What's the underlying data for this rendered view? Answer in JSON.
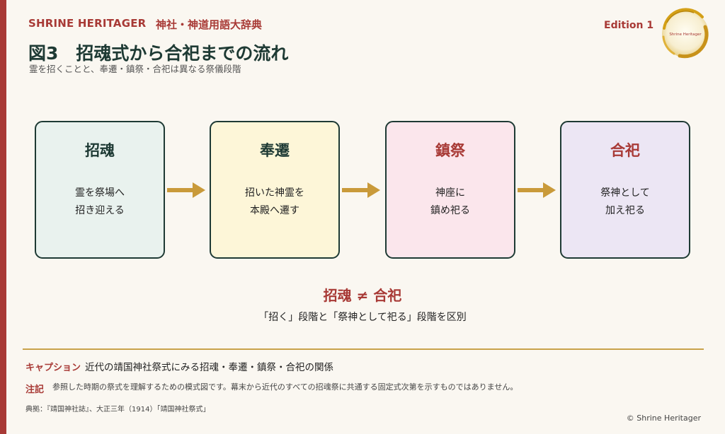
{
  "header": {
    "brand": "SHRINE HERITAGER",
    "subbrand": "神社・神道用語大辞典",
    "edition": "Edition 1",
    "logo_text": "Shrine Heritager"
  },
  "figure": {
    "title": "図3　招魂式から合祀までの流れ",
    "subtitle": "霊を招くことと、奉遷・鎮祭・合祀は異なる祭儀段階"
  },
  "steps": [
    {
      "title": "招魂",
      "desc": [
        "霊を祭場へ",
        "招き迎える"
      ],
      "bg": "#e9f2ee"
    },
    {
      "title": "奉遷",
      "desc": [
        "招いた神霊を",
        "本殿へ遷す"
      ],
      "bg": "#fdf6d8"
    },
    {
      "title": "鎮祭",
      "desc": [
        "神座に",
        "鎮め祀る"
      ],
      "bg": "#fbe6ec"
    },
    {
      "title": "合祀",
      "desc": [
        "祭神として",
        "加え祀る"
      ],
      "bg": "#ece6f4"
    }
  ],
  "colors": {
    "accent_red": "#a83a36",
    "dark_green": "#1e3a34",
    "arrow_gold": "#c99a3a",
    "divider_gold": "#c9a24a"
  },
  "relation": {
    "heading": "招魂 ≠ 合祀",
    "text": "「招く」段階と「祭神として祀る」段階を区別"
  },
  "caption": {
    "label": "キャプション",
    "text": "近代の靖国神社祭式にみる招魂・奉遷・鎮祭・合祀の関係"
  },
  "note": {
    "label": "注記",
    "text": "参照した時期の祭式を理解するための模式図です。幕末から近代のすべての招魂祭に共通する固定式次第を示すものではありません。"
  },
  "source": "典拠：『靖国神社誌』、大正三年（1914）「靖国神社祭式」",
  "copyright": "© Shrine Heritager"
}
